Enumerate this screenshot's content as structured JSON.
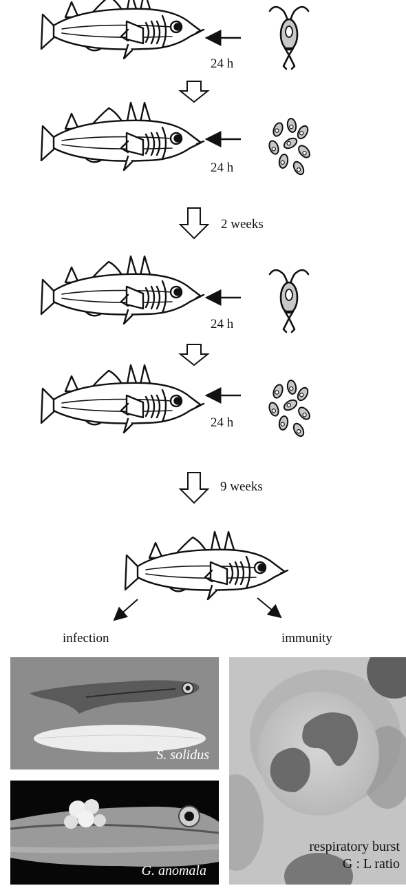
{
  "steps": [
    {
      "label": "24 h",
      "exposure": "copepod"
    },
    {
      "label": "24 h",
      "exposure": "eggs"
    },
    {
      "label": "24 h",
      "exposure": "copepod"
    },
    {
      "label": "24 h",
      "exposure": "eggs"
    }
  ],
  "waits": [
    "2 weeks",
    "9 weeks"
  ],
  "outcomes": {
    "infection": "infection",
    "immunity": "immunity"
  },
  "photos": {
    "s_solidus": {
      "caption": "S. solidus"
    },
    "g_anomala": {
      "caption": "G. anomala"
    },
    "blood_cell": {
      "caption_line1": "respiratory burst",
      "caption_line2": "G : L ratio"
    }
  },
  "colors": {
    "line": "#111111",
    "fill_grey": "#c8c8c8",
    "photo_bg": "#8a8a8a"
  }
}
